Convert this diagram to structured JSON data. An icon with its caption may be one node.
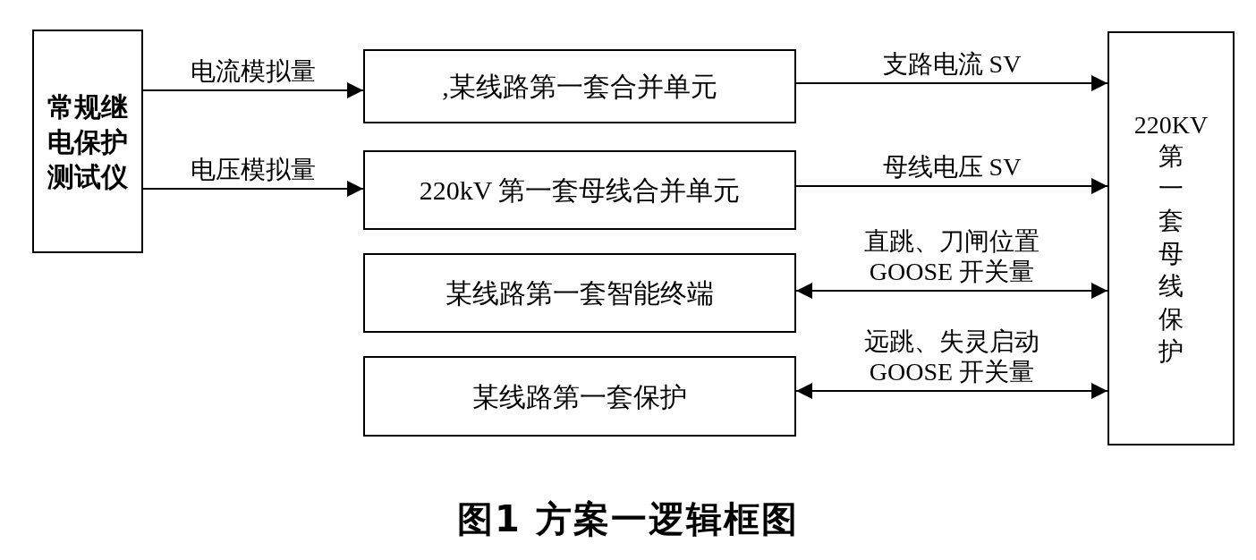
{
  "diagram": {
    "caption": "图1 方案一逻辑框图",
    "nodes": [
      {
        "text": [
          "常规继电保护测试仪"
        ]
      },
      {
        "text": [
          ",某线路第一套合并单元"
        ]
      },
      {
        "text": [
          "220kV 第一套母线合并单元"
        ]
      },
      {
        "text": [
          "某线路第一套智能终端"
        ]
      },
      {
        "text": [
          "某线路第一套保护"
        ]
      },
      {
        "text": [
          "220KV 第一套母线保护"
        ]
      }
    ],
    "edges": [
      {
        "from": 0,
        "to": 1,
        "arrow": "to",
        "label": "电流模拟量"
      },
      {
        "from": 0,
        "to": 2,
        "arrow": "to",
        "label": "电压模拟量"
      },
      {
        "from": 1,
        "to": 5,
        "arrow": "to",
        "label": "支路电流 SV"
      },
      {
        "from": 2,
        "to": 5,
        "arrow": "to",
        "label": "母线电压 SV"
      },
      {
        "from": 3,
        "to": 5,
        "arrow": "both",
        "label": "直跳、刀闸位置 GOOSE 开关量"
      },
      {
        "from": 4,
        "to": 5,
        "arrow": "both",
        "label": "远跳、失灵启动 GOOSE 开关量"
      }
    ]
  }
}
